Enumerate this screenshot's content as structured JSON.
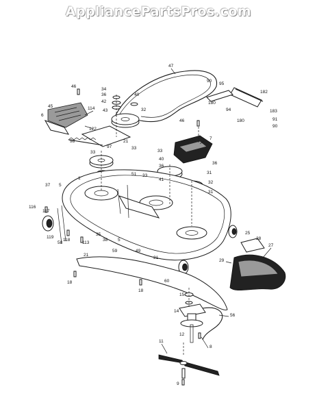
{
  "watermark": "AppliancePartsPros.com",
  "callouts": [
    {
      "id": "c47",
      "text": "47"
    },
    {
      "id": "c46",
      "text": "46"
    },
    {
      "id": "c45",
      "text": "45"
    },
    {
      "id": "c6",
      "text": "6"
    },
    {
      "id": "c114",
      "text": "114"
    },
    {
      "id": "c122",
      "text": "122"
    },
    {
      "id": "c34",
      "text": "34"
    },
    {
      "id": "c36a",
      "text": "36"
    },
    {
      "id": "c42",
      "text": "42"
    },
    {
      "id": "c40a",
      "text": "40"
    },
    {
      "id": "c32a",
      "text": "32"
    },
    {
      "id": "c43",
      "text": "43"
    },
    {
      "id": "c98",
      "text": "98"
    },
    {
      "id": "c33a",
      "text": "33"
    },
    {
      "id": "c97",
      "text": "97"
    },
    {
      "id": "c33b",
      "text": "33"
    },
    {
      "id": "c21a",
      "text": "21"
    },
    {
      "id": "c90a",
      "text": "90"
    },
    {
      "id": "c95",
      "text": "95"
    },
    {
      "id": "c180a",
      "text": "180"
    },
    {
      "id": "c182",
      "text": "182"
    },
    {
      "id": "c94",
      "text": "94"
    },
    {
      "id": "c183",
      "text": "183"
    },
    {
      "id": "c180b",
      "text": "180"
    },
    {
      "id": "c91",
      "text": "91"
    },
    {
      "id": "c90b",
      "text": "90"
    },
    {
      "id": "c46b",
      "text": "46"
    },
    {
      "id": "c7",
      "text": "7"
    },
    {
      "id": "c33c",
      "text": "33"
    },
    {
      "id": "c40b",
      "text": "40"
    },
    {
      "id": "c36b",
      "text": "36"
    },
    {
      "id": "c36c",
      "text": "36"
    },
    {
      "id": "c31a",
      "text": "31"
    },
    {
      "id": "c37",
      "text": "37"
    },
    {
      "id": "c5a",
      "text": "5"
    },
    {
      "id": "c1",
      "text": "1"
    },
    {
      "id": "c51",
      "text": "51"
    },
    {
      "id": "c33d",
      "text": "33"
    },
    {
      "id": "c41",
      "text": "41"
    },
    {
      "id": "c32b",
      "text": "32"
    },
    {
      "id": "c31b",
      "text": "31"
    },
    {
      "id": "c116",
      "text": "116"
    },
    {
      "id": "c117",
      "text": "117"
    },
    {
      "id": "c119",
      "text": "119"
    },
    {
      "id": "c58",
      "text": "58"
    },
    {
      "id": "c118",
      "text": "118"
    },
    {
      "id": "c113",
      "text": "113"
    },
    {
      "id": "c35",
      "text": "35"
    },
    {
      "id": "c38",
      "text": "38"
    },
    {
      "id": "c5b",
      "text": "5"
    },
    {
      "id": "c49",
      "text": "49"
    },
    {
      "id": "c25",
      "text": "25"
    },
    {
      "id": "c28",
      "text": "28"
    },
    {
      "id": "c27",
      "text": "27"
    },
    {
      "id": "c21b",
      "text": "21"
    },
    {
      "id": "c59",
      "text": "59"
    },
    {
      "id": "c21c",
      "text": "21"
    },
    {
      "id": "c29",
      "text": "29"
    },
    {
      "id": "c18a",
      "text": "18"
    },
    {
      "id": "c18b",
      "text": "18"
    },
    {
      "id": "c60",
      "text": "60"
    },
    {
      "id": "c15",
      "text": "15"
    },
    {
      "id": "c14",
      "text": "14"
    },
    {
      "id": "c56",
      "text": "56"
    },
    {
      "id": "c12",
      "text": "12"
    },
    {
      "id": "c8",
      "text": "8"
    },
    {
      "id": "c11",
      "text": "11"
    },
    {
      "id": "c9",
      "text": "9"
    }
  ]
}
